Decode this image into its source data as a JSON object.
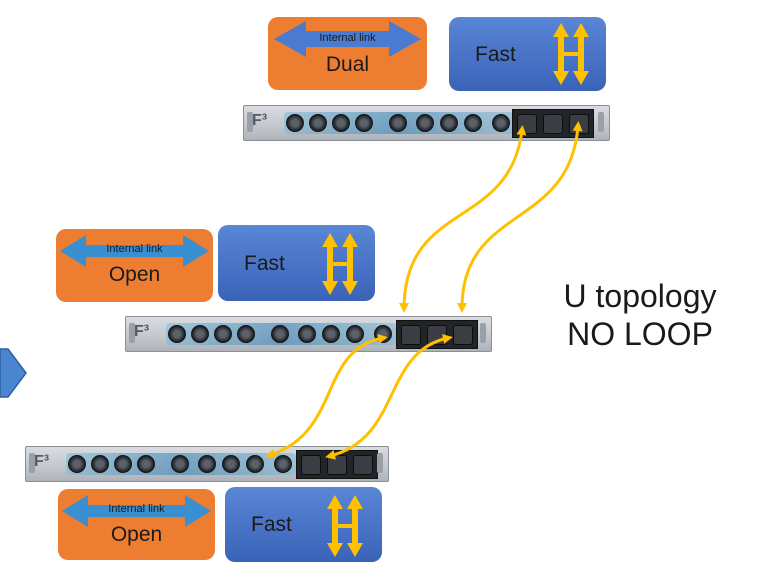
{
  "top": {
    "internal_link_label": "Internal link",
    "mode_label": "Dual",
    "fast_label": "Fast"
  },
  "middle": {
    "internal_link_label": "Internal link",
    "mode_label": "Open",
    "fast_label": "Fast"
  },
  "bottom": {
    "internal_link_label": "Internal link",
    "mode_label": "Open",
    "fast_label": "Fast"
  },
  "topology_line1": "U topology",
  "topology_line2": "NO LOOP",
  "colors": {
    "orange": "#ed7d31",
    "blue": "#4472c4",
    "arrow_blue": "#3a8fd0",
    "yellow": "#ffc000"
  }
}
